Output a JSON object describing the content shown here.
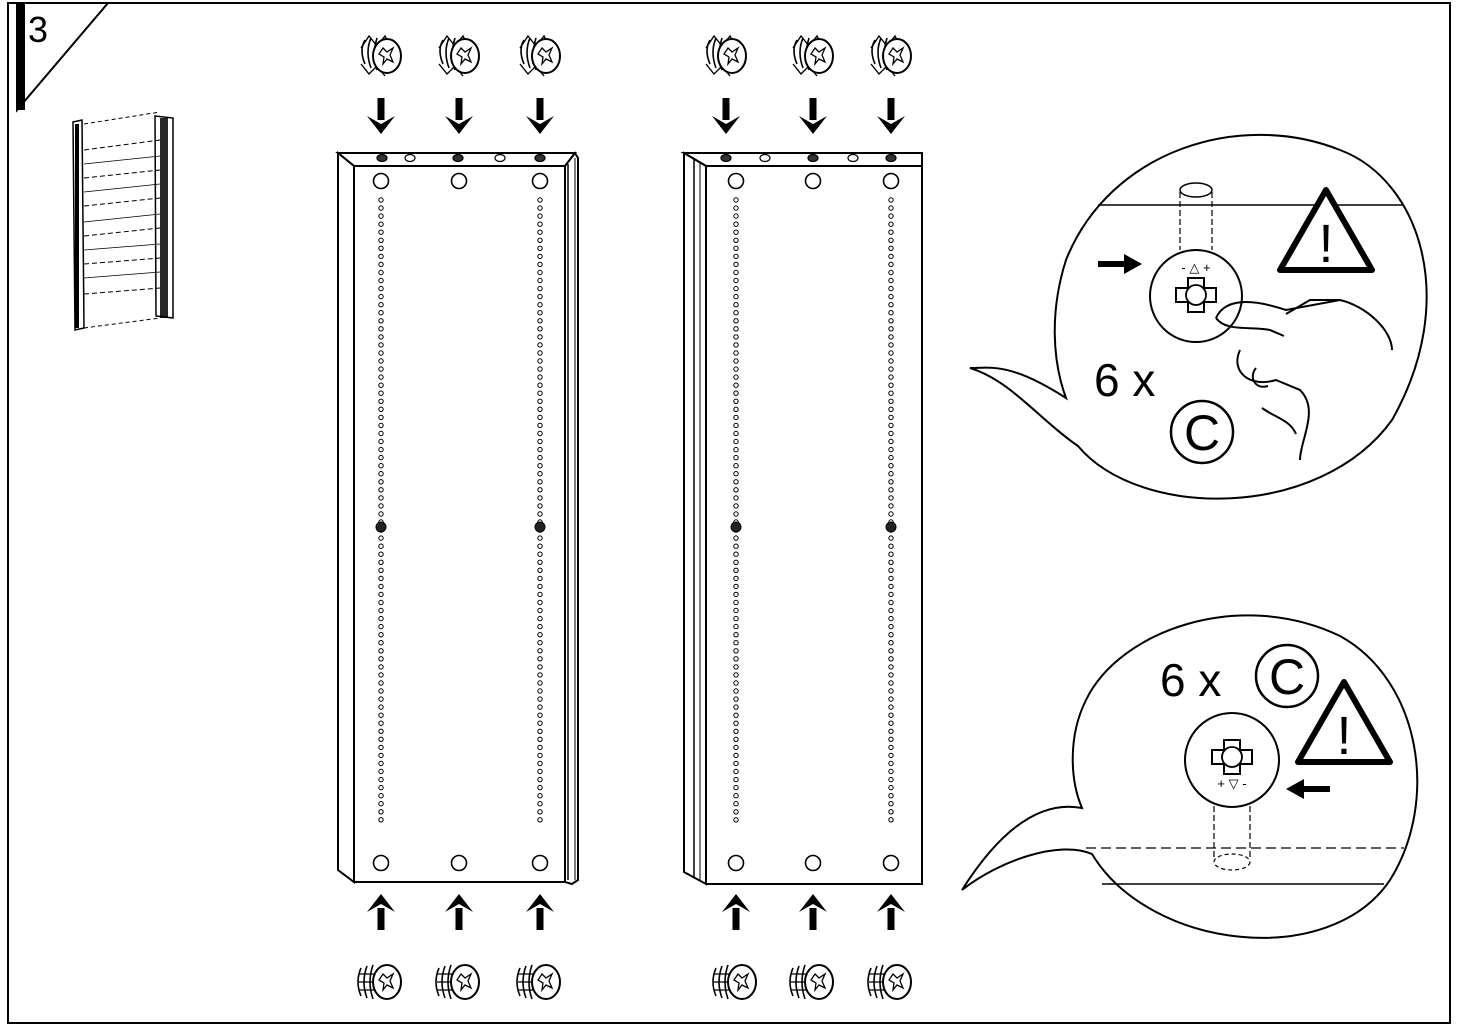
{
  "step": {
    "number": "3"
  },
  "callout_top": {
    "quantity": "6 x",
    "part_letter": "C",
    "lock_marks": "- △ +",
    "warning_symbol": "!"
  },
  "callout_bottom": {
    "quantity": "6 x",
    "part_letter": "C",
    "lock_marks": "+ ▽ -",
    "warning_symbol": "!"
  },
  "icons": {
    "cam_lock": "cam-lock-fitting-icon",
    "warning": "warning-triangle-icon",
    "arrow": "insert-arrow-icon",
    "hand": "pointing-hand-icon"
  }
}
